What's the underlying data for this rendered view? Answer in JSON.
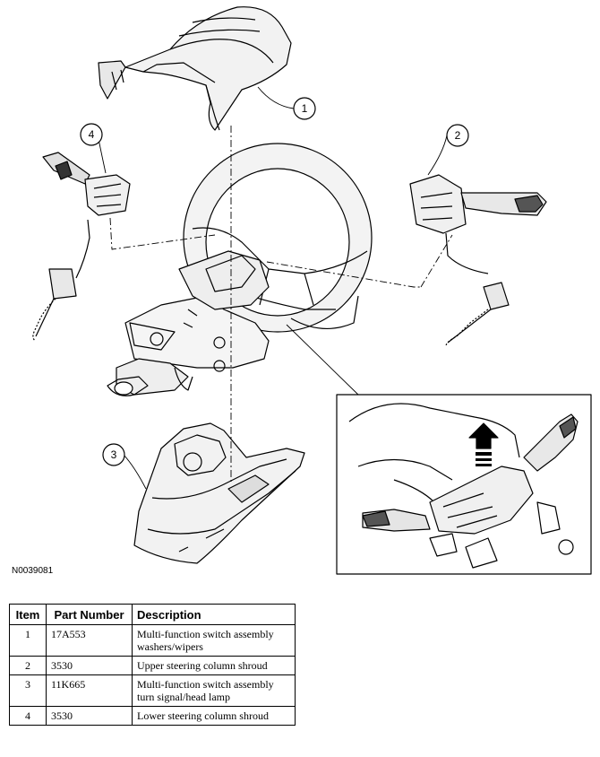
{
  "figure_id": "N0039081",
  "callouts": [
    "1",
    "2",
    "3",
    "4"
  ],
  "table": {
    "headers": {
      "item": "Item",
      "part": "Part Number",
      "desc": "Description"
    },
    "rows": [
      {
        "item": "1",
        "part": "17A553",
        "desc": "Multi-function switch assembly washers/wipers"
      },
      {
        "item": "2",
        "part": "3530",
        "desc": "Upper steering column shroud"
      },
      {
        "item": "3",
        "part": "11K665",
        "desc": "Multi-function switch assembly turn signal/head lamp"
      },
      {
        "item": "4",
        "part": "3530",
        "desc": "Lower steering column shroud"
      }
    ]
  }
}
